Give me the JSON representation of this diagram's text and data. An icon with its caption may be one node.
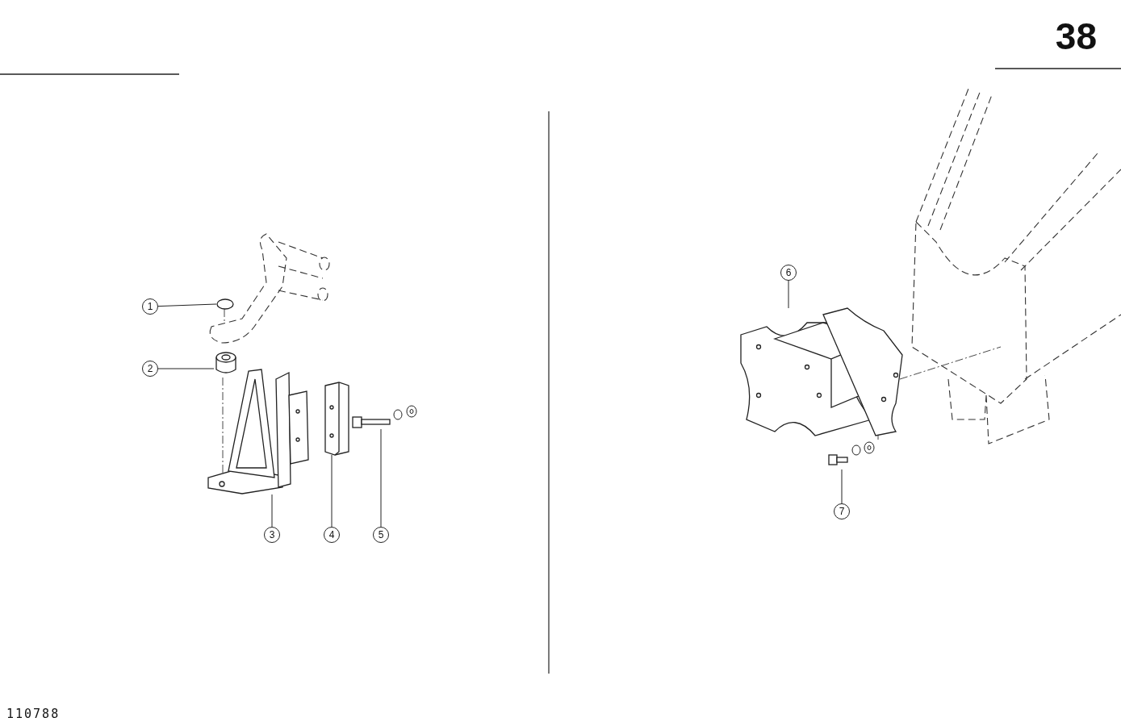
{
  "diagram": {
    "nodes": [
      {
        "text": [
          "1"
        ]
      },
      {
        "text": [
          "2"
        ]
      },
      {
        "text": [
          "3"
        ]
      },
      {
        "text": [
          "4"
        ]
      },
      {
        "text": [
          "5"
        ]
      },
      {
        "text": [
          "6"
        ]
      },
      {
        "text": [
          "7"
        ]
      },
      {
        "text": [],
        "shape": "circle"
      },
      {
        "text": [],
        "shape": "cylinder"
      },
      {
        "text": [],
        "shape": "picture"
      },
      {
        "text": [],
        "shape": "picture"
      },
      {
        "text": [],
        "shape": "picture"
      },
      {
        "text": [],
        "shape": "picture"
      },
      {
        "text": [],
        "shape": "picture"
      }
    ],
    "edges": [
      {
        "from": 0,
        "to": 7,
        "arrow": "none"
      },
      {
        "from": 1,
        "to": 8,
        "arrow": "none"
      },
      {
        "from": 2,
        "to": 9,
        "arrow": "none"
      },
      {
        "from": 3,
        "to": 10,
        "arrow": "none"
      },
      {
        "from": 4,
        "to": 11,
        "arrow": "none"
      },
      {
        "from": 5,
        "to": 12,
        "arrow": "none"
      },
      {
        "from": 6,
        "to": 13,
        "arrow": "none"
      }
    ],
    "labels": [
      "38",
      "110788"
    ]
  }
}
